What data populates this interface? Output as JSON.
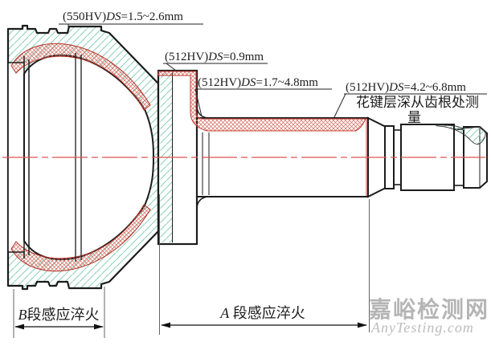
{
  "figure": {
    "type": "engineering-section-drawing",
    "subject": "CV joint outer race induction hardening zones",
    "annotations": {
      "hv_top": {
        "pre": "(550HV)",
        "ds": "DS",
        "val": "=1.5~2.6mm"
      },
      "hv_face": {
        "pre": "(512HV)",
        "ds": "DS",
        "val": "=0.9mm"
      },
      "hv_shaft": {
        "pre": "(512HV)",
        "ds": "DS",
        "val": "=1.7~4.8mm"
      },
      "hv_spline": {
        "pre": "(512HV)",
        "ds": "DS",
        "val": "=4.2~6.8mm"
      },
      "spline_note_line1": "花键层深从齿根处测",
      "spline_note_line2": "量"
    },
    "dimensions": {
      "zone_b": {
        "letter": "B",
        "label": "段感应淬火"
      },
      "zone_a": {
        "letter": "A",
        "label": " 段感应淬火"
      }
    },
    "watermark": {
      "cn": "嘉峪检测网",
      "en": "AnyTesting.com"
    },
    "colors": {
      "outline": "#1c1c1c",
      "steel_hatch": "#8fd0bd",
      "hardened_layer": "#cc3333",
      "centerline": "#e05454",
      "watermark": "#b5b5b5",
      "background": "#ffffff"
    }
  }
}
